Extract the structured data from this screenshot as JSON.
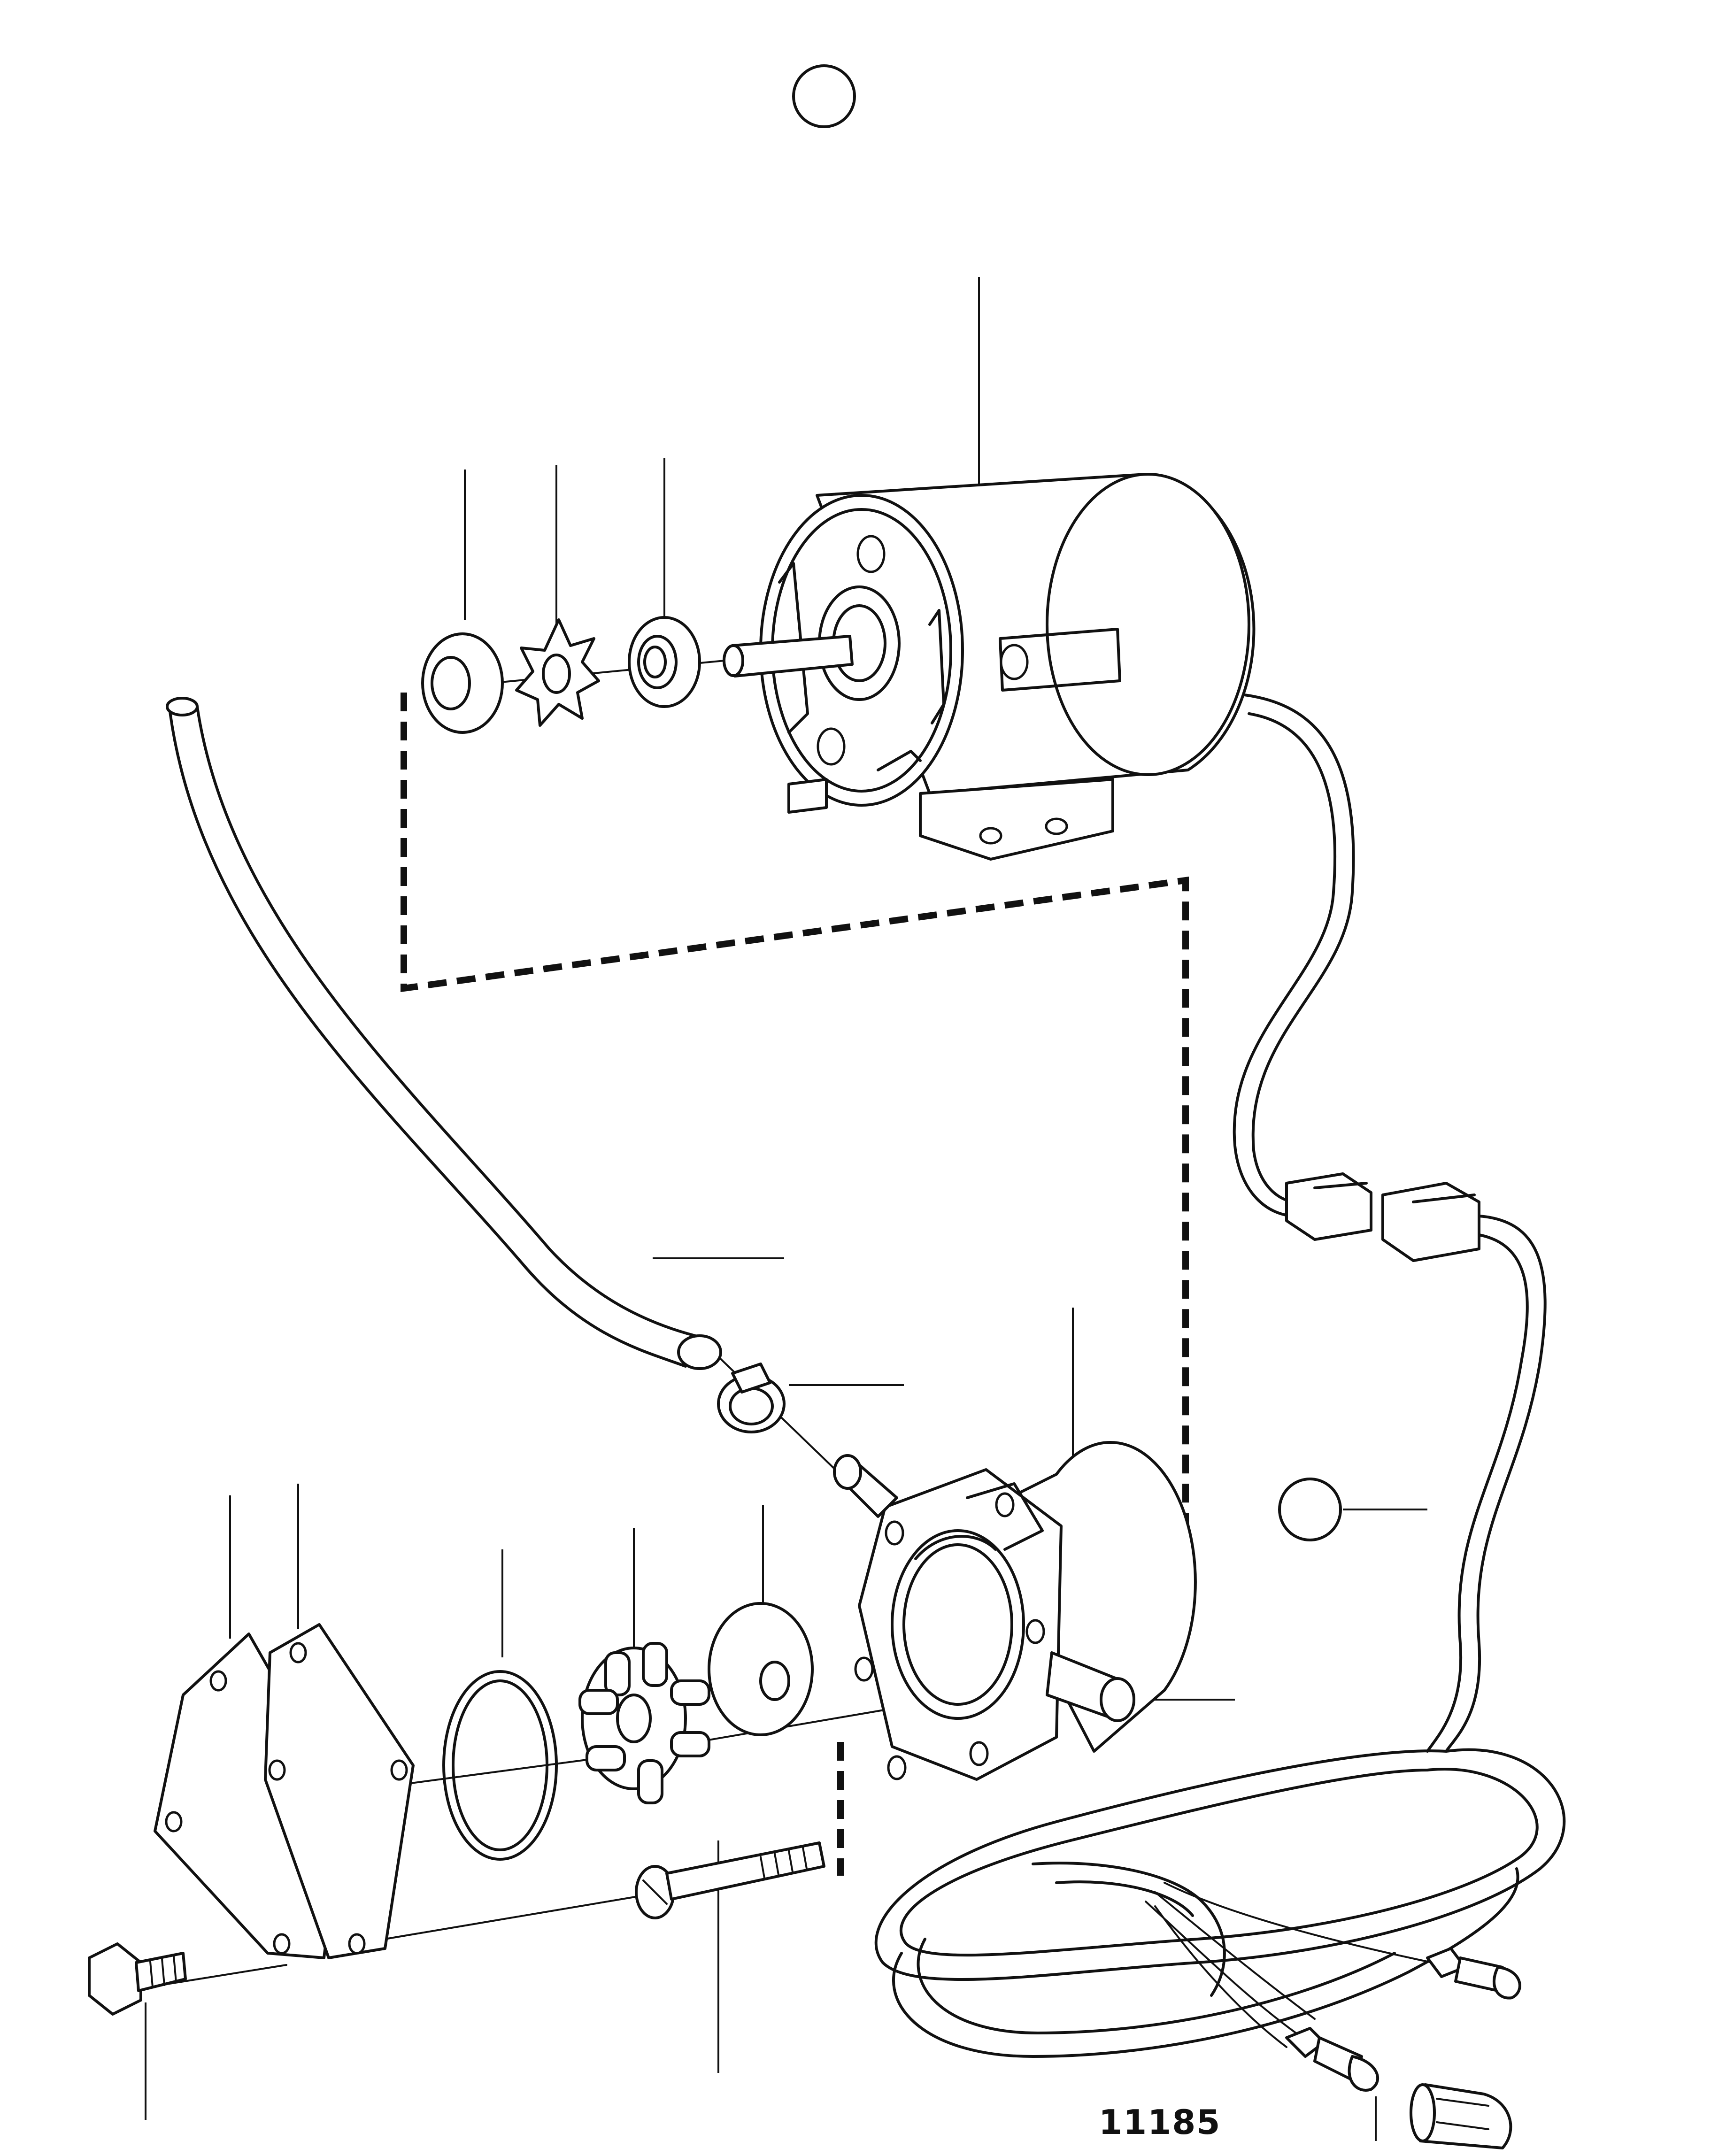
{
  "figure": {
    "number": "11185"
  },
  "parts": [
    {
      "id": "electric-motor",
      "icon": "motor-icon"
    },
    {
      "id": "seal-ring",
      "icon": "ring-icon"
    },
    {
      "id": "drive-star",
      "icon": "gear-icon"
    },
    {
      "id": "shaft-seal",
      "icon": "seal-icon"
    },
    {
      "id": "suction-hose",
      "icon": "hose-icon"
    },
    {
      "id": "hose-clamp",
      "icon": "clamp-icon"
    },
    {
      "id": "pump-housing",
      "icon": "pump-housing-icon"
    },
    {
      "id": "cover-plate",
      "icon": "plate-icon"
    },
    {
      "id": "gasket",
      "icon": "gasket-icon"
    },
    {
      "id": "o-ring",
      "icon": "o-ring-icon"
    },
    {
      "id": "impeller",
      "icon": "impeller-icon"
    },
    {
      "id": "washer",
      "icon": "washer-icon"
    },
    {
      "id": "cover-screw",
      "icon": "bolt-icon"
    },
    {
      "id": "mounting-screw",
      "icon": "screw-icon"
    },
    {
      "id": "wiring-harness",
      "icon": "cable-icon"
    },
    {
      "id": "cable-terminals",
      "icon": "terminal-icon"
    },
    {
      "id": "protective-sleeve",
      "icon": "sleeve-icon"
    }
  ]
}
